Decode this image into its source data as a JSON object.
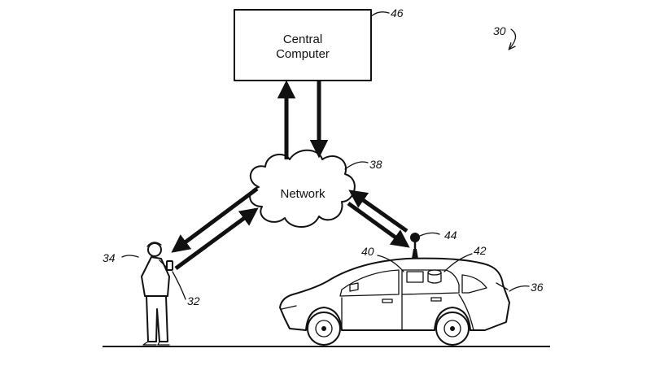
{
  "figure_number": "30",
  "central_computer": {
    "line1": "Central",
    "line2": "Computer",
    "ref": "46"
  },
  "network": {
    "label": "Network",
    "ref": "38"
  },
  "person": {
    "ref": "34"
  },
  "phone": {
    "ref": "32"
  },
  "vehicle": {
    "ref": "36"
  },
  "antenna": {
    "ref": "44"
  },
  "module_left": {
    "ref": "40"
  },
  "module_right": {
    "ref": "42"
  }
}
